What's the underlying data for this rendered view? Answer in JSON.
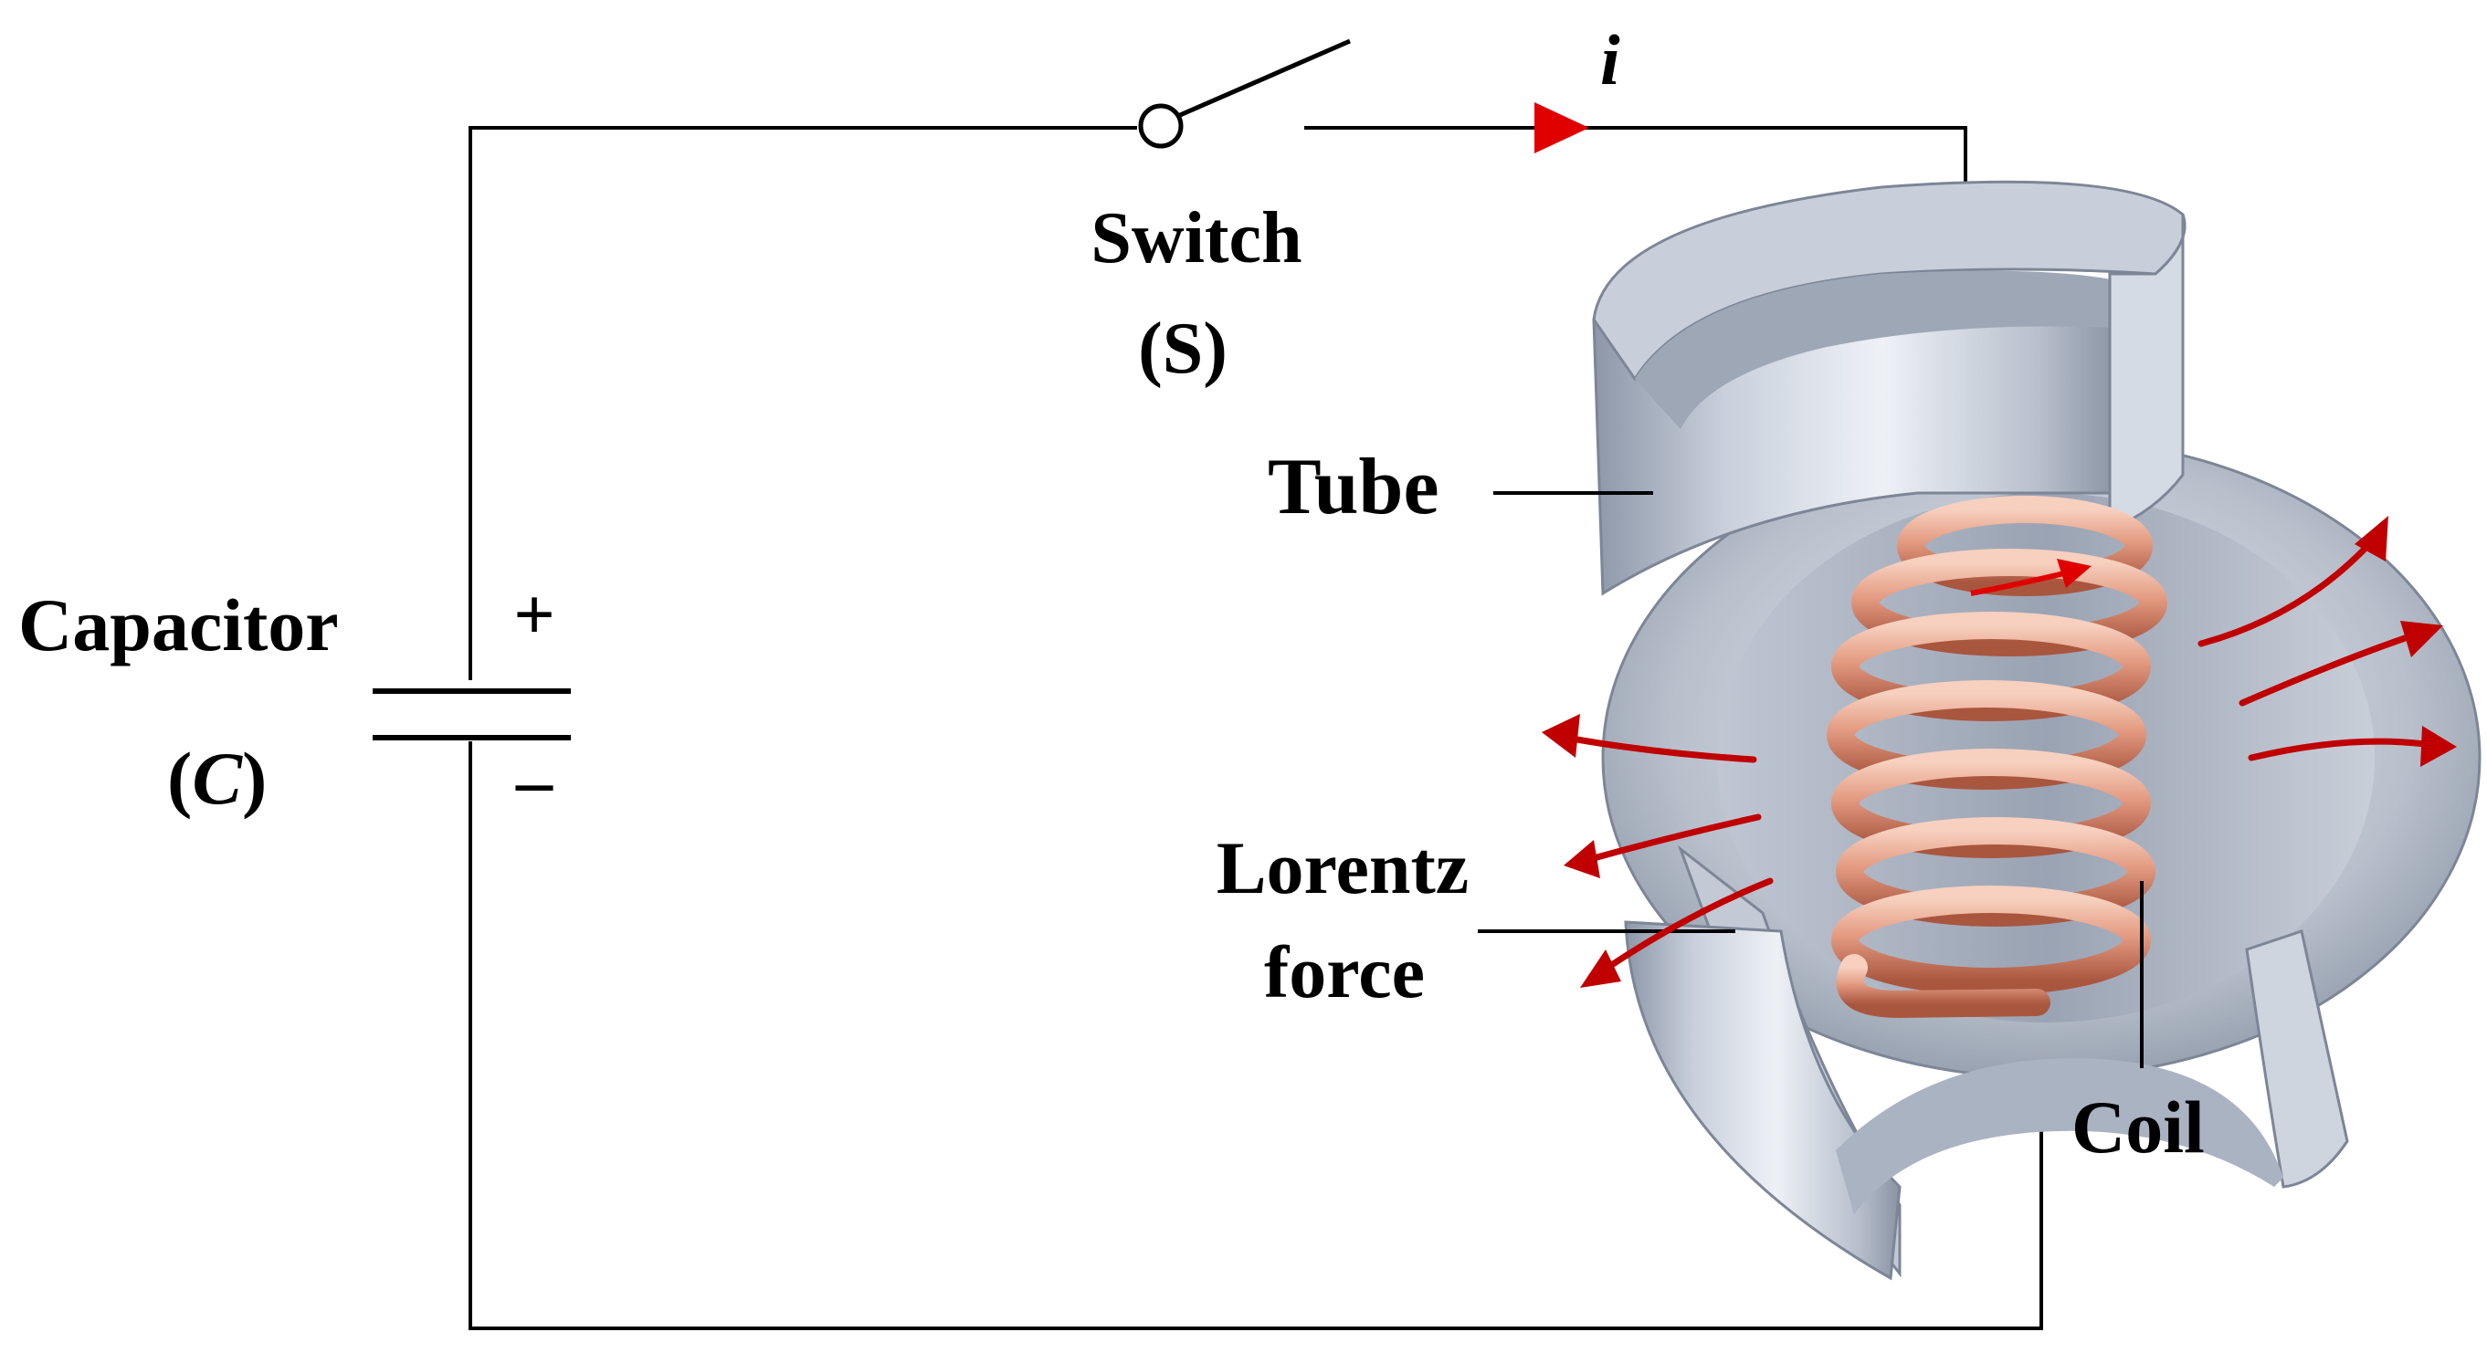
{
  "labels": {
    "current": "i",
    "switch_line1": "Switch",
    "switch_line2": "(S)",
    "tube": "Tube",
    "capacitor_line1": "Capacitor",
    "capacitor_line2_open": "(",
    "capacitor_line2_symbol": "C",
    "capacitor_line2_close": ")",
    "plus": "+",
    "minus": "–",
    "lorentz_line1": "Lorentz",
    "lorentz_line2": "force",
    "coil": "Coil"
  },
  "colors": {
    "wire": "#000000",
    "current_arrow": "#e00000",
    "force_arrow": "#c00000",
    "tube_light": "#d6dde8",
    "tube_mid": "#aab3c2",
    "tube_dark": "#7f8898",
    "coil_light": "#f2c2ad",
    "coil_mid": "#d9866a",
    "coil_dark": "#a8553e"
  }
}
